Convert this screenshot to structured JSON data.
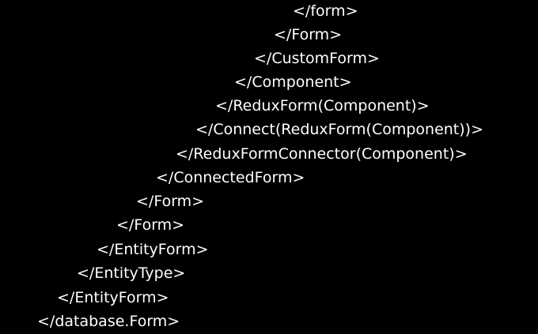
{
  "closing_tags": [
    "</form>",
    "</Form>",
    "</CustomForm>",
    "</Component>",
    "</ReduxForm(Component)>",
    "</Connect(ReduxForm(Component))>",
    "</ReduxFormConnector(Component)>",
    "</ConnectedForm>",
    "</Form>",
    "</Form>",
    "</EntityForm>",
    "</EntityType>",
    "</EntityForm>",
    "</database.Form>"
  ],
  "colors": {
    "background": "#000000",
    "text": "#ffffff"
  }
}
